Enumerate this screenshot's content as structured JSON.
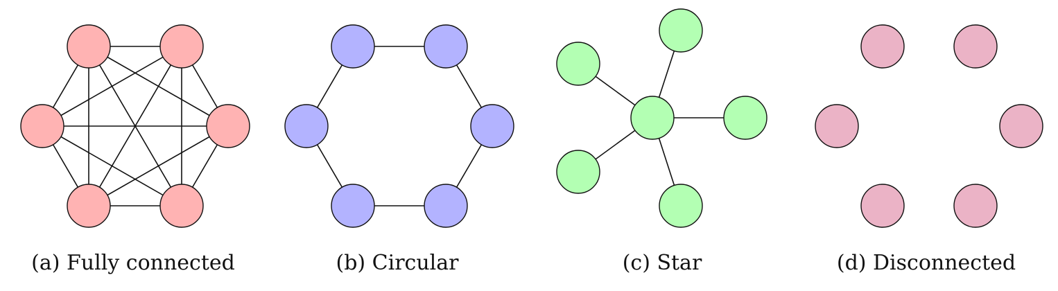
{
  "panels": [
    {
      "id": "a",
      "caption": "(a) Fully connected",
      "node_color": "#ffb3b3",
      "topology": "complete",
      "node_count": 6,
      "edges": [
        [
          0,
          1
        ],
        [
          0,
          2
        ],
        [
          0,
          3
        ],
        [
          0,
          4
        ],
        [
          0,
          5
        ],
        [
          1,
          2
        ],
        [
          1,
          3
        ],
        [
          1,
          4
        ],
        [
          1,
          5
        ],
        [
          2,
          3
        ],
        [
          2,
          4
        ],
        [
          2,
          5
        ],
        [
          3,
          4
        ],
        [
          3,
          5
        ],
        [
          4,
          5
        ]
      ]
    },
    {
      "id": "b",
      "caption": "(b) Circular",
      "node_color": "#b3b3ff",
      "topology": "ring",
      "node_count": 6,
      "edges": [
        [
          0,
          1
        ],
        [
          1,
          2
        ],
        [
          2,
          3
        ],
        [
          3,
          4
        ],
        [
          4,
          5
        ],
        [
          5,
          0
        ]
      ]
    },
    {
      "id": "c",
      "caption": "(c) Star",
      "node_color": "#b3ffb3",
      "topology": "star",
      "node_count": 6,
      "edges": [
        [
          0,
          1
        ],
        [
          0,
          2
        ],
        [
          0,
          3
        ],
        [
          0,
          4
        ],
        [
          0,
          5
        ]
      ]
    },
    {
      "id": "d",
      "caption": "(d) Disconnected",
      "node_color": "#ebb3c6",
      "topology": "none",
      "node_count": 6,
      "edges": []
    }
  ]
}
